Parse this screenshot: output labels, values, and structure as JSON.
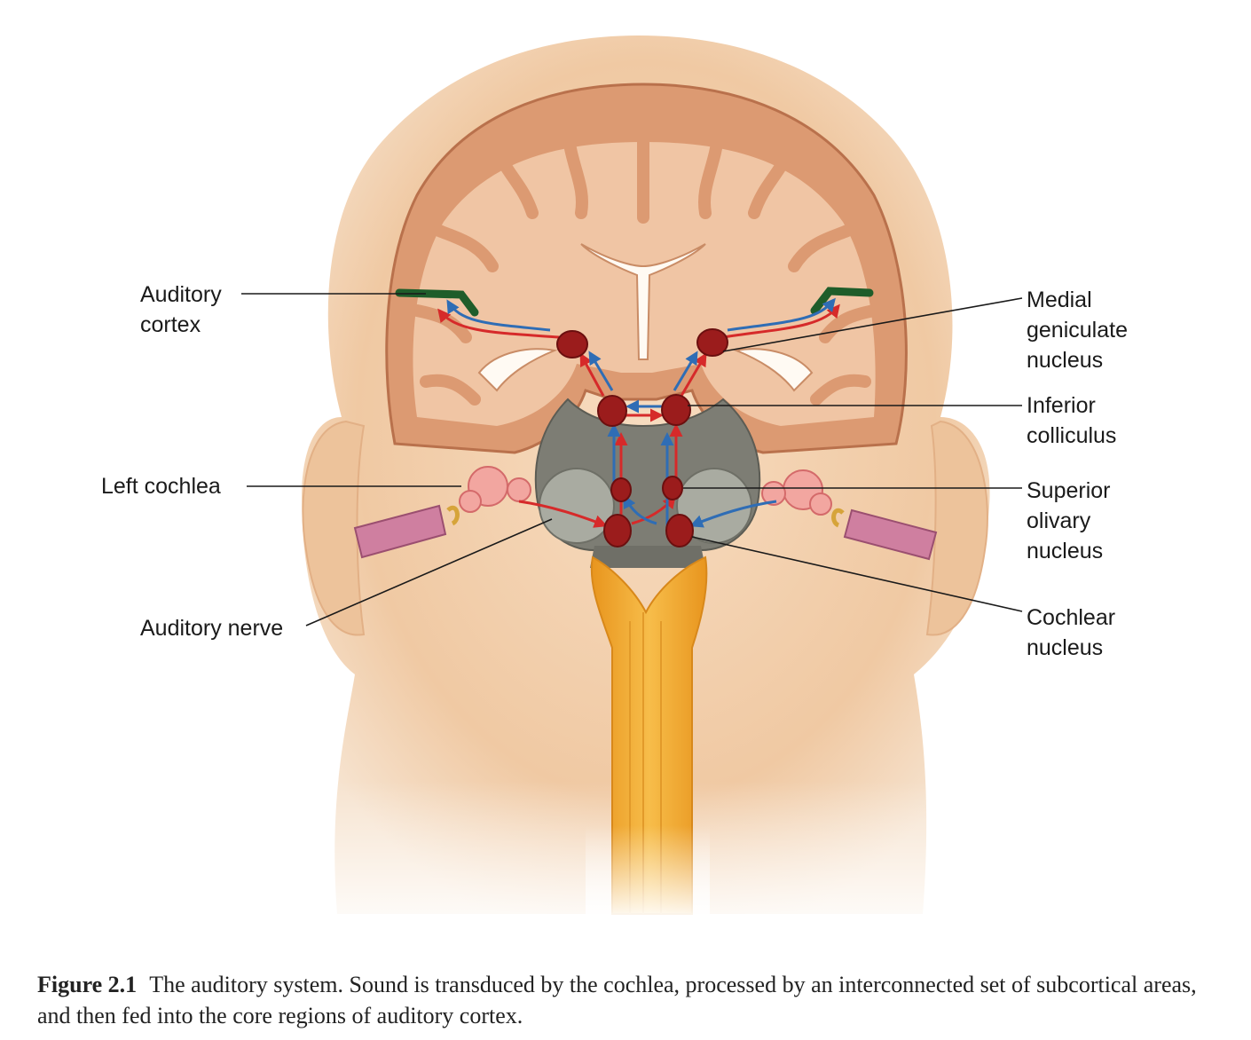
{
  "labels": {
    "auditory_cortex": [
      "Auditory",
      "cortex"
    ],
    "left_cochlea": [
      "Left cochlea"
    ],
    "auditory_nerve": [
      "Auditory nerve"
    ],
    "medial_geniculate": [
      "Medial",
      "geniculate",
      "nucleus"
    ],
    "inferior_colliculus": [
      "Inferior",
      "colliculus"
    ],
    "superior_olivary": [
      "Superior",
      "olivary",
      "nucleus"
    ],
    "cochlear_nucleus": [
      "Cochlear",
      "nucleus"
    ]
  },
  "caption": {
    "number": "Figure 2.1",
    "text": "The auditory system. Sound is transduced by the cochlea, processed by an interconnected set of subcortical areas, and then fed into the core regions of auditory cortex."
  },
  "colors": {
    "skin": "#f2cfa9",
    "cortex": "#dc9a72",
    "white_matter": "#f0c5a4",
    "nucleus": "#9b1c1c",
    "pathway_red": "#d62a2a",
    "pathway_blue": "#2f6db5",
    "auditory_cortex_highlight": "#1f5d2a",
    "spinal_cord": "#f0a92c"
  }
}
